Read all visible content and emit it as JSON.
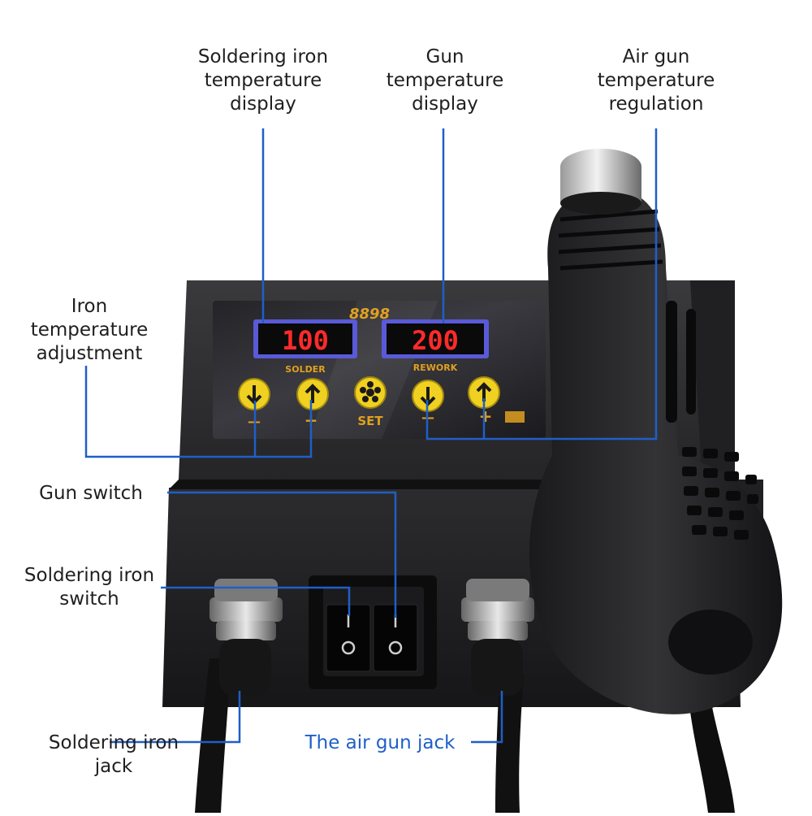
{
  "callouts": {
    "solder_display": "Soldering iron\ntemperature\ndisplay",
    "gun_display": "Gun\ntemperature\ndisplay",
    "air_regulation": "Air gun\ntemperature\nregulation",
    "iron_adjust": "Iron\ntemperature\nadjustment",
    "gun_switch": "Gun switch",
    "iron_switch": "Soldering iron\nswitch",
    "iron_jack": "Soldering iron\njack",
    "air_jack": "The air gun jack"
  },
  "device": {
    "model": "8898",
    "solder_value": "100",
    "rework_value": "200",
    "solder_caption": "SOLDER",
    "rework_caption": "REWORK",
    "set_label": "SET",
    "minus": "—",
    "plus": "+"
  },
  "colors": {
    "leader": "#1f5fc8",
    "display_digits": "#ff2a2a",
    "button": "#f0d020",
    "model_text": "#e0a020"
  }
}
